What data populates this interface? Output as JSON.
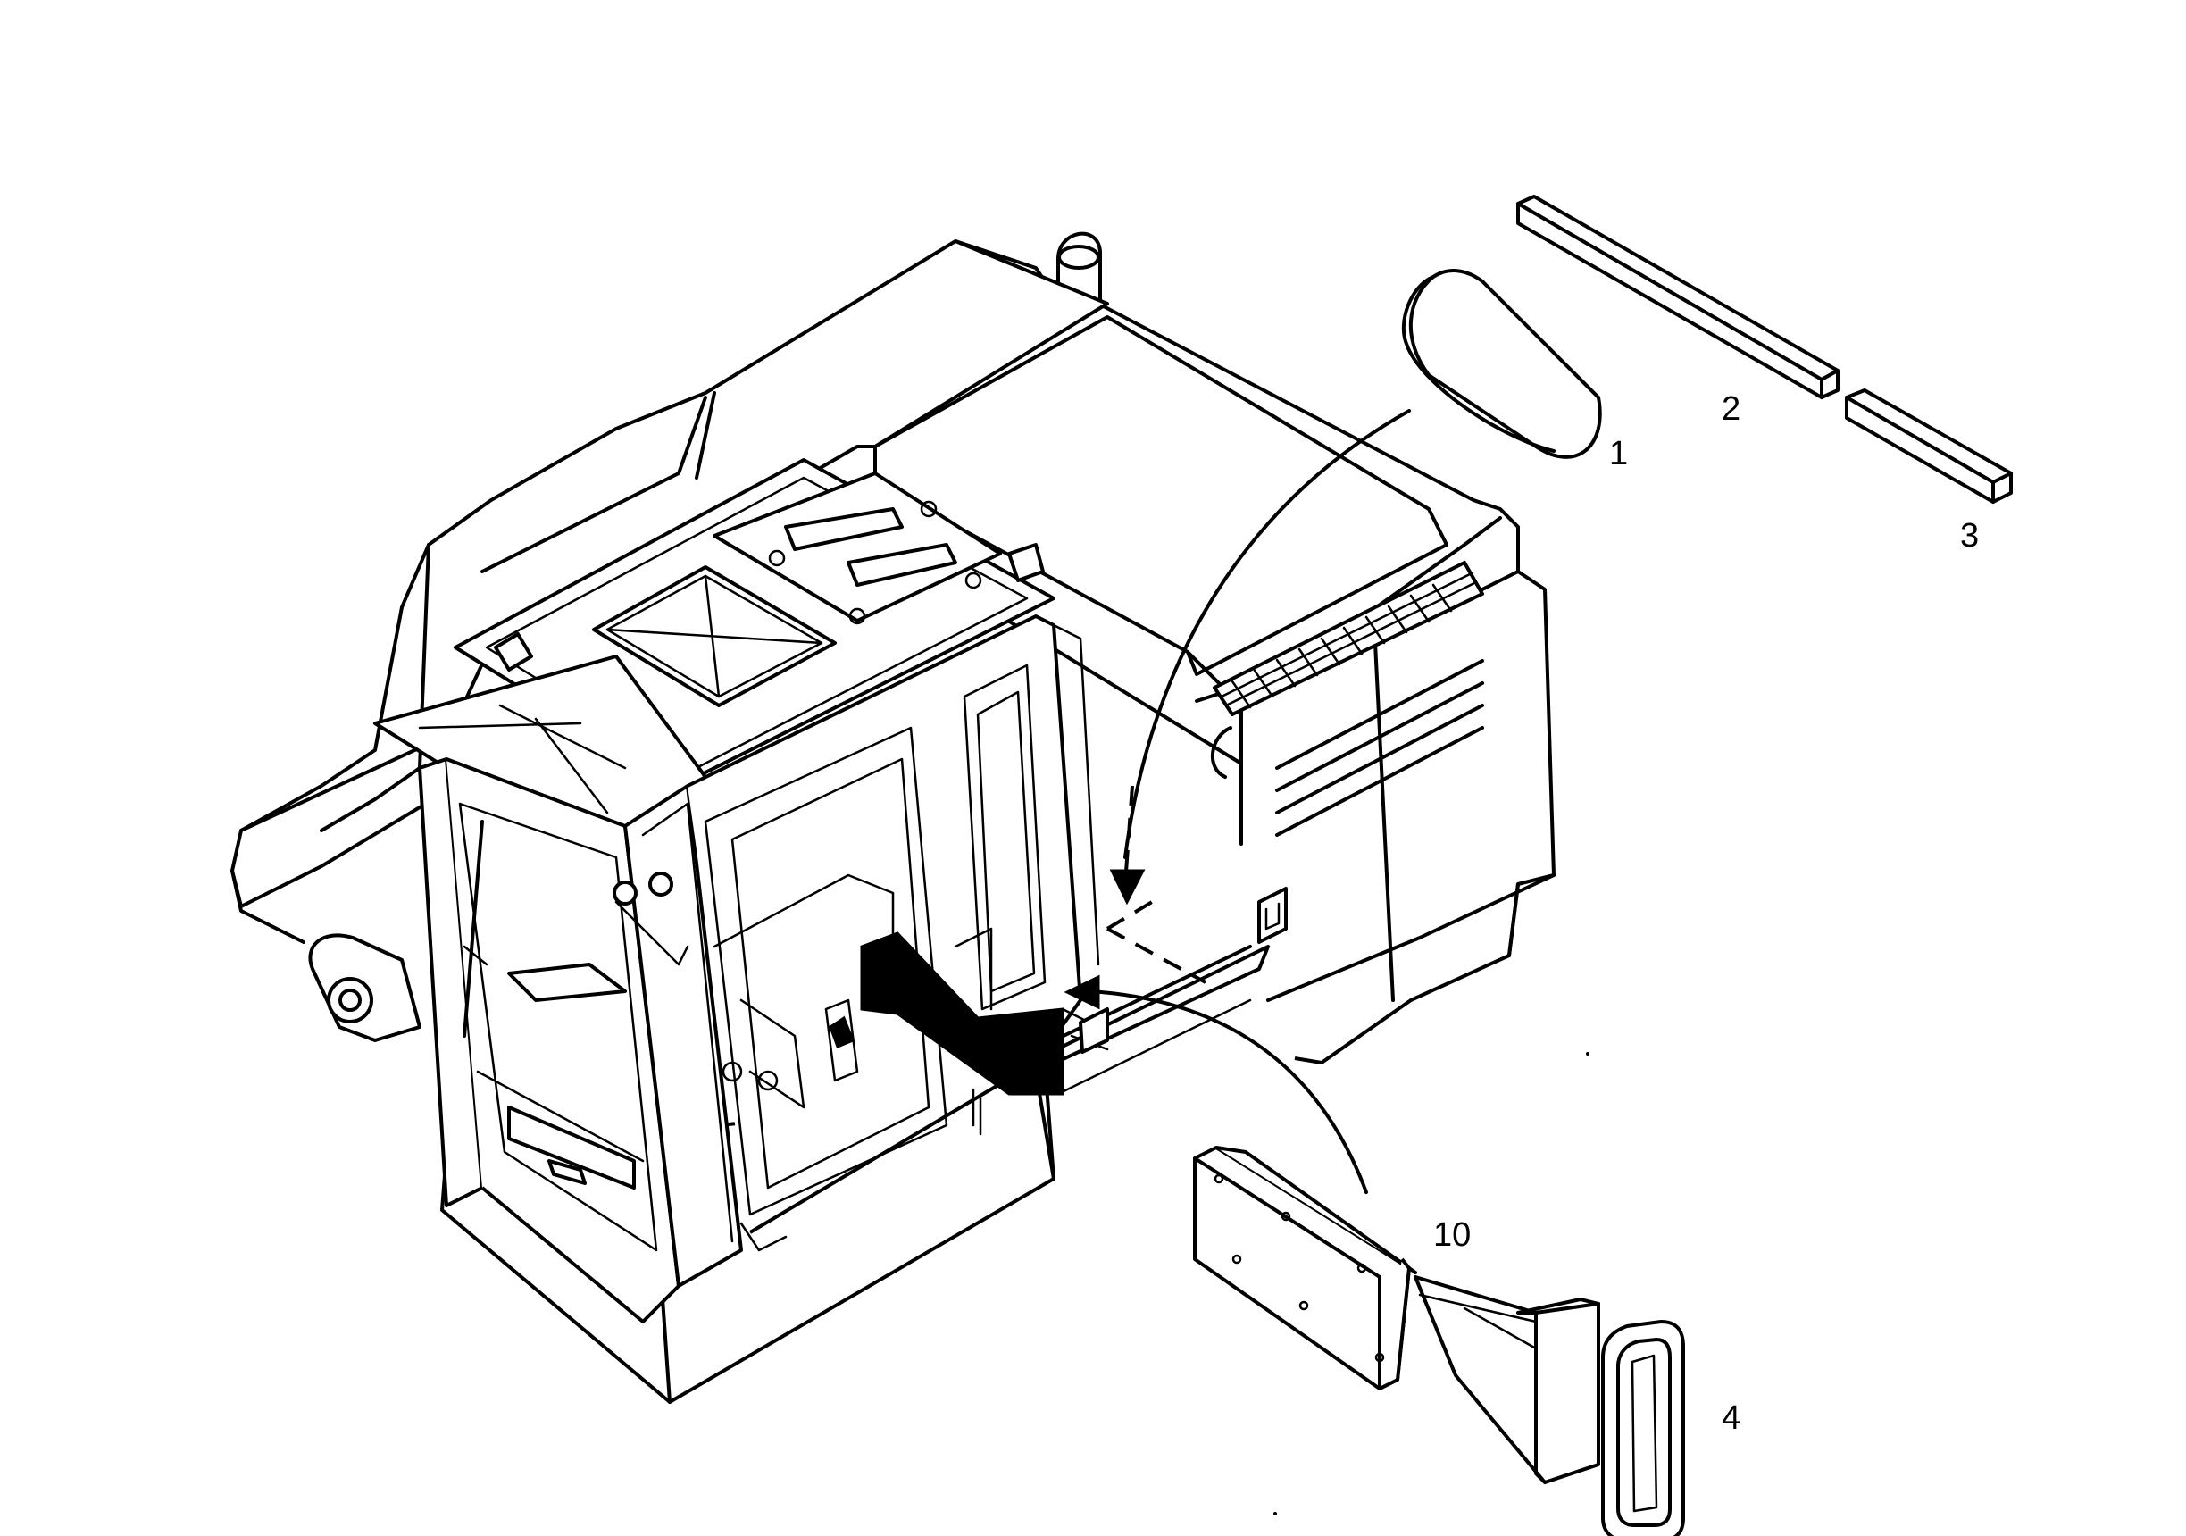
{
  "callouts": [
    {
      "id": "part-1",
      "label": "1"
    },
    {
      "id": "part-2",
      "label": "2"
    },
    {
      "id": "part-3",
      "label": "3"
    },
    {
      "id": "part-4",
      "label": "4"
    },
    {
      "id": "part-10",
      "label": "10"
    }
  ]
}
